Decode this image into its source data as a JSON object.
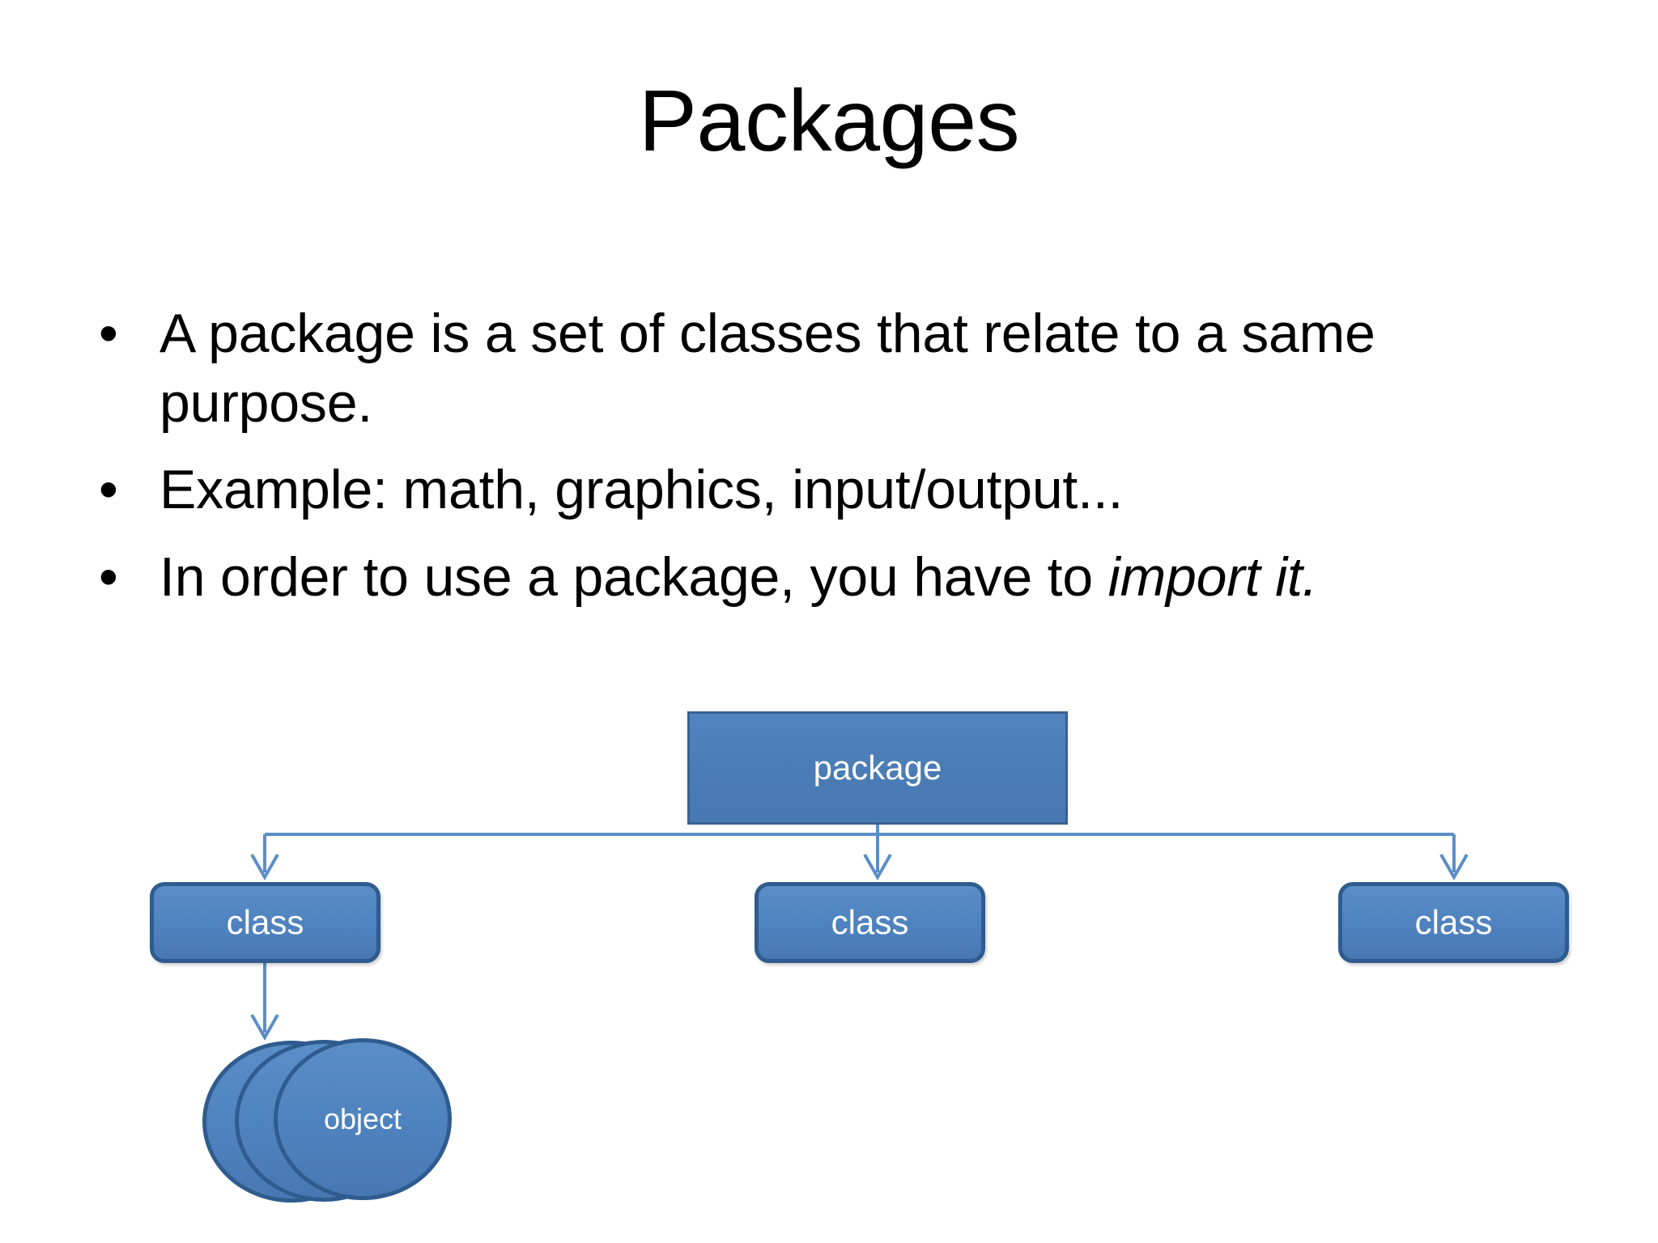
{
  "slide": {
    "title": "Packages",
    "background_color": "#ffffff",
    "text_color": "#000000"
  },
  "bullets": [
    {
      "marker": "•",
      "text_before": "A package is a set of classes that relate to a same purpose.",
      "emphasis": "",
      "text_after": ""
    },
    {
      "marker": "•",
      "text_before": "Example: math, graphics, input/output...",
      "emphasis": "",
      "text_after": ""
    },
    {
      "marker": "•",
      "text_before": "In order to use a package, you have to ",
      "emphasis": "import it.",
      "text_after": ""
    }
  ],
  "diagram": {
    "type": "hierarchy",
    "accent_fill": "#4f83bf",
    "accent_border": "#2f5c8e",
    "connector_color": "#5b8ec8",
    "label_color": "#ffffff",
    "root": {
      "label": "package",
      "shape": "rectangle"
    },
    "children": [
      {
        "label": "class",
        "shape": "rounded-rectangle"
      },
      {
        "label": "class",
        "shape": "rounded-rectangle"
      },
      {
        "label": "class",
        "shape": "rounded-rectangle"
      }
    ],
    "leaf": {
      "label": "object",
      "shape": "circle-stack",
      "count": 3
    }
  }
}
